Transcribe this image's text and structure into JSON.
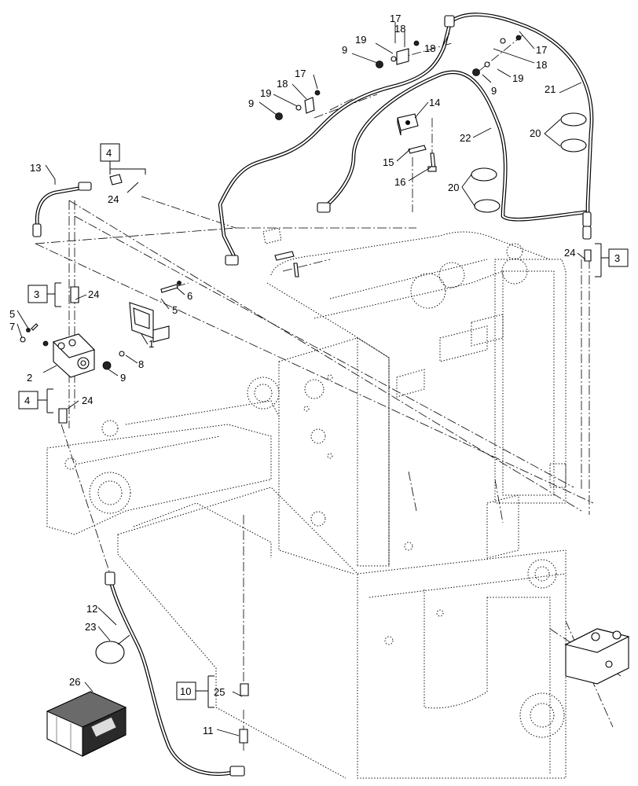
{
  "callouts": {
    "c1": "1",
    "c2": "2",
    "c3a": "3",
    "c3b": "3",
    "c4a": "4",
    "c4b": "4",
    "c5a": "5",
    "c5b": "5",
    "c6": "6",
    "c7": "7",
    "c8": "8",
    "c9a": "9",
    "c9b": "9",
    "c9c": "9",
    "c9d": "9",
    "c10": "10",
    "c11": "11",
    "c12": "12",
    "c13": "13",
    "c14": "14",
    "c15": "15",
    "c16": "16",
    "c17a": "17",
    "c17b": "17",
    "c17c": "17",
    "c18a": "18",
    "c18b": "18",
    "c18c": "18",
    "c18d": "18",
    "c19a": "19",
    "c19b": "19",
    "c19c": "19",
    "c20a": "20",
    "c20b": "20",
    "c21": "21",
    "c22": "22",
    "c23": "23",
    "c24a": "24",
    "c24b": "24",
    "c24c": "24",
    "c24d": "24",
    "c25": "25",
    "c26": "26"
  }
}
